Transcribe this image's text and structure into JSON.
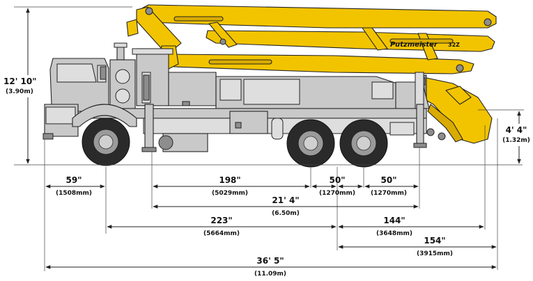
{
  "branding": {
    "manufacturer": "Putzmeister",
    "model": "32Z"
  },
  "colors": {
    "boom_yellow": "#f2c400",
    "body_grey": "#c9c9c9",
    "tyre_black": "#2a2a2a",
    "dimension_lines": "#222222"
  },
  "dimensions": {
    "overall_height": {
      "imperial": "12' 10\"",
      "metric": "(3.90m)"
    },
    "outrigger_height": {
      "imperial": "4' 4\"",
      "metric": "(1.32m)"
    },
    "front_overhang": {
      "imperial": "59\"",
      "metric": "(1508mm)"
    },
    "front_outrigger_to_axle": {
      "imperial": "198\"",
      "metric": "(5029mm)"
    },
    "tandem_spacing_a": {
      "imperial": "50\"",
      "metric": "(1270mm)"
    },
    "tandem_spacing_b": {
      "imperial": "50\"",
      "metric": "(1270mm)"
    },
    "outrigger_spread": {
      "imperial": "21' 4\"",
      "metric": "(6.50m)"
    },
    "wheelbase": {
      "imperial": "223\"",
      "metric": "(5664mm)"
    },
    "tandem_to_rear_outrigger": {
      "imperial": "144\"",
      "metric": "(3648mm)"
    },
    "tandem_to_rear": {
      "imperial": "154\"",
      "metric": "(3915mm)"
    },
    "overall_length": {
      "imperial": "36' 5\"",
      "metric": "(11.09m)"
    }
  }
}
